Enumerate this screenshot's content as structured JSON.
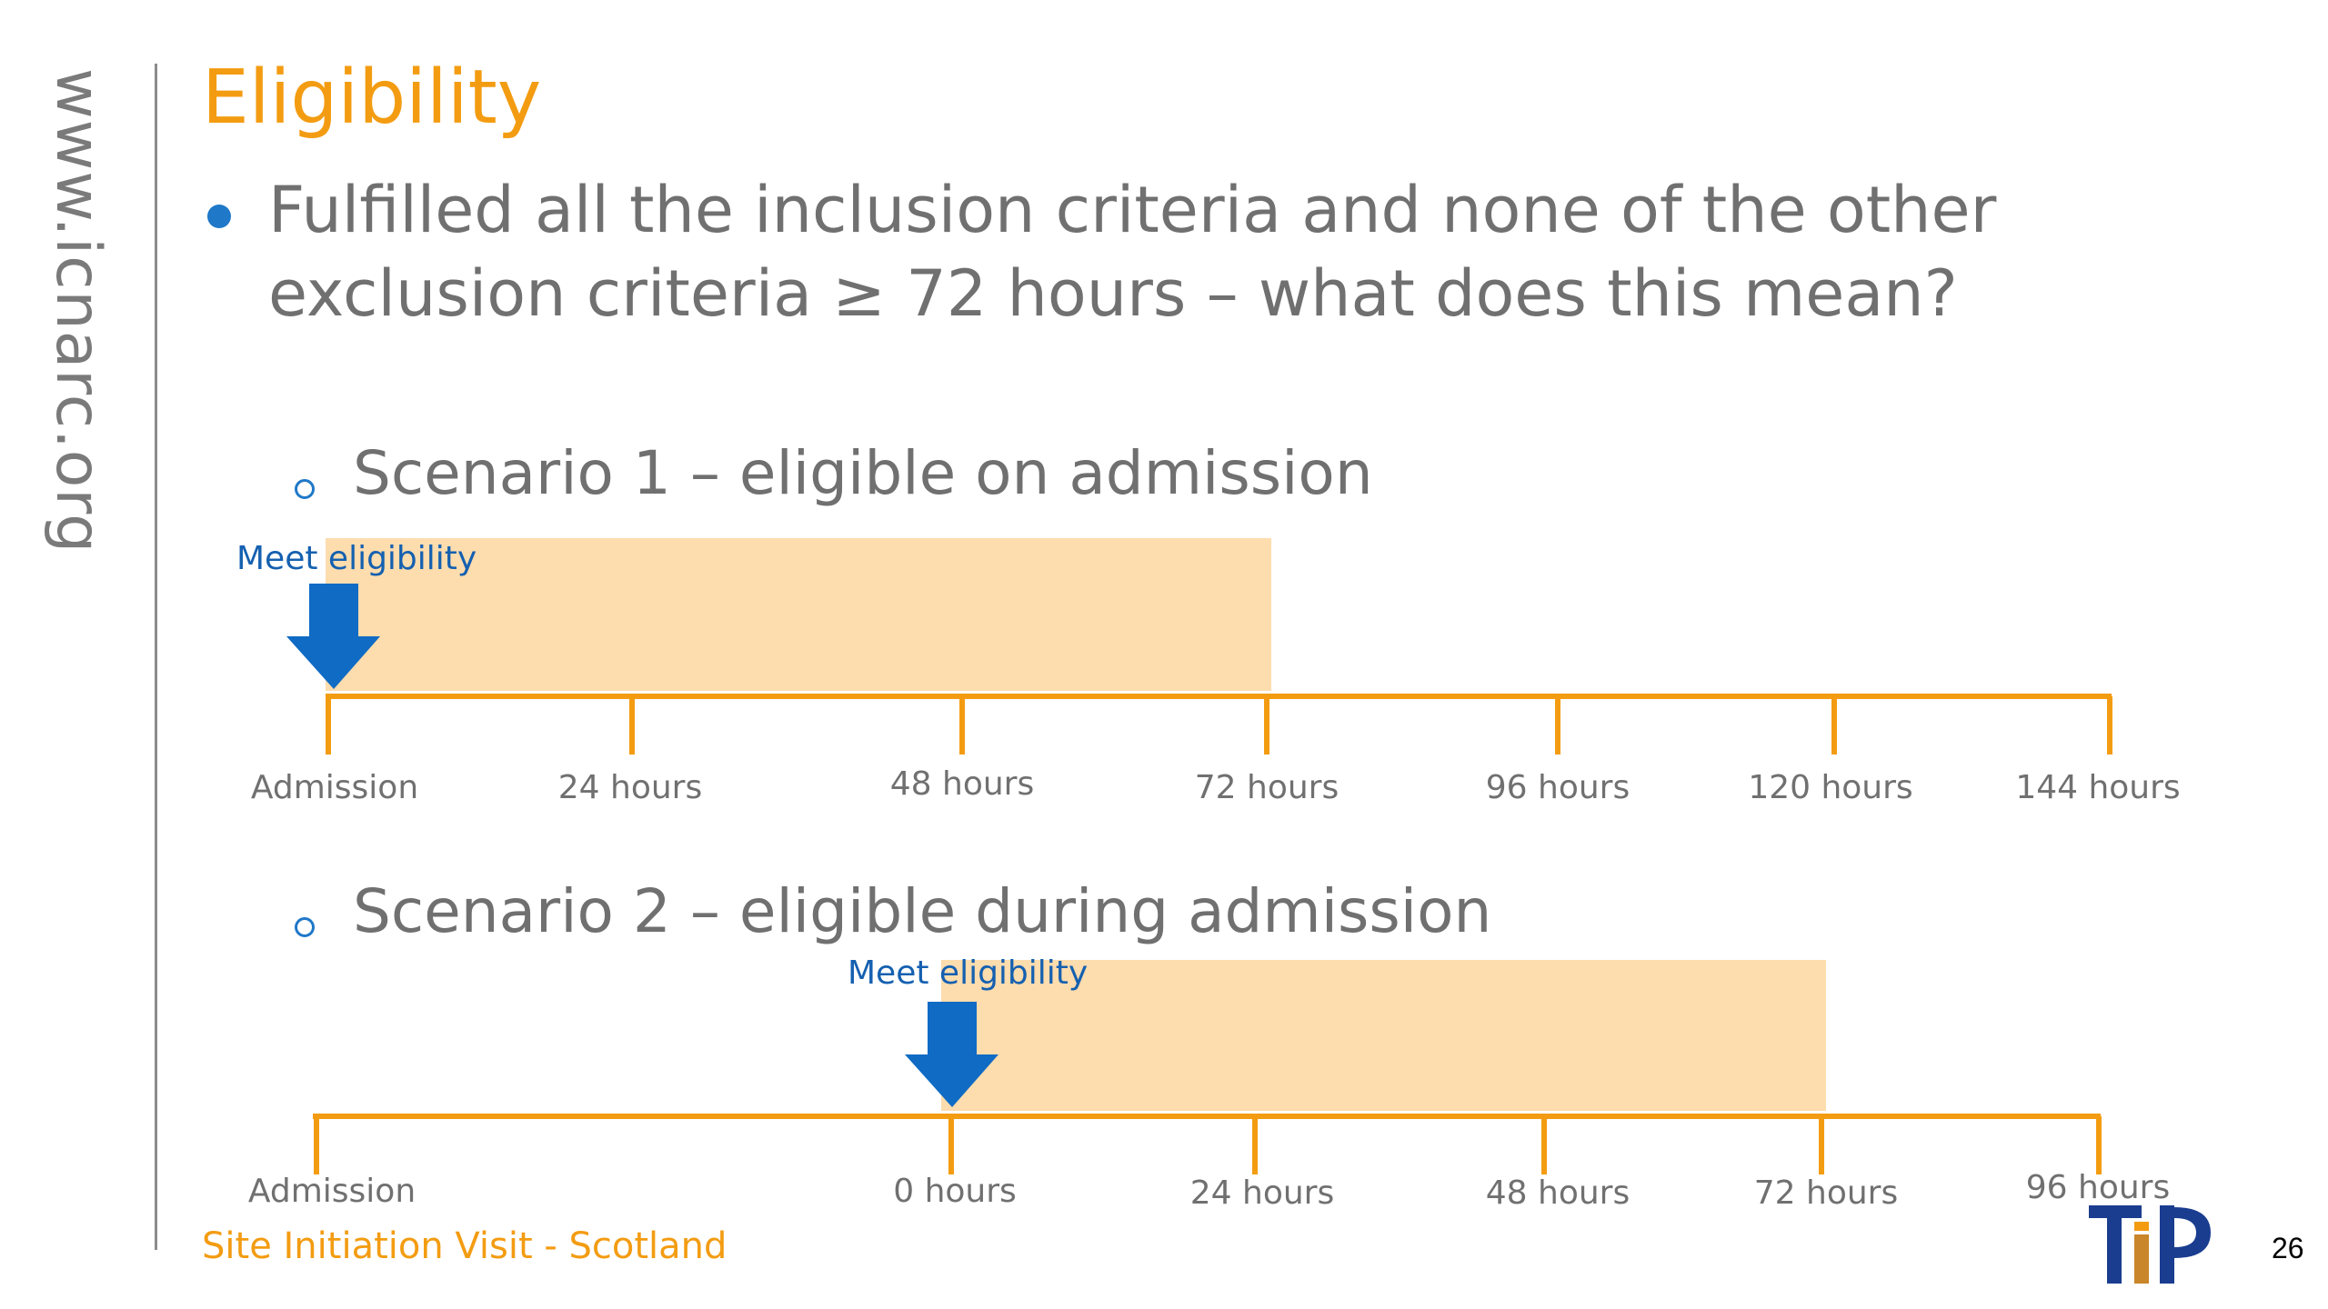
{
  "sidebar": {
    "url": "www.icnarc.org"
  },
  "title": "Eligibility",
  "bullet": "Fulfilled all the inclusion criteria and none of the other exclusion criteria ≥ 72 hours – what does this mean?",
  "scenarios": [
    {
      "heading": "Scenario 1 – eligible on admission",
      "marker_label": "Meet eligibility",
      "ticks": [
        "Admission",
        "24 hours",
        "48 hours",
        "72 hours",
        "96 hours",
        "120 hours",
        "144 hours"
      ],
      "window": "Admission to 72 hours"
    },
    {
      "heading": "Scenario 2 – eligible during admission",
      "marker_label": "Meet eligibility",
      "ticks": [
        "Admission",
        "0 hours",
        "24 hours",
        "48 hours",
        "72 hours",
        "96 hours"
      ],
      "window": "0 hours to 72 hours"
    }
  ],
  "footer": "Site Initiation Visit - Scotland",
  "page_number": "26",
  "logo": {
    "text": "TiP"
  },
  "colors": {
    "title": "#f39c12",
    "timeline": "#f39c12",
    "window_fill": "#fddcae",
    "arrow": "#0f6bc4",
    "body_text": "#707070",
    "bullet": "#1f78c8"
  }
}
